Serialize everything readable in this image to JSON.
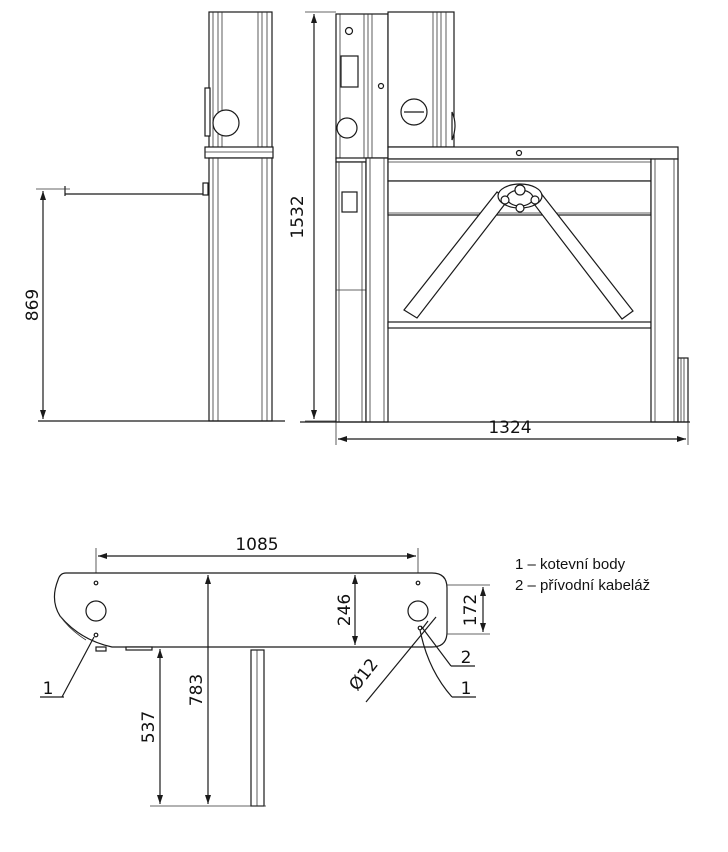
{
  "dimensions": {
    "side_height": "869",
    "front_height": "1532",
    "front_width": "1324",
    "plan_anchor_spacing": "1085",
    "plan_depth": "783",
    "plan_arm_depth": "537",
    "plan_anchor_offset": "246",
    "plan_cable_offset": "172",
    "plan_hole_diameter": "Ø12"
  },
  "callouts": {
    "left_anchor": "1",
    "right_anchor": "1",
    "cable_entry": "2"
  },
  "legend": {
    "item1": "1 – kotevní body",
    "item2": "2 – přívodní kabeláž"
  }
}
